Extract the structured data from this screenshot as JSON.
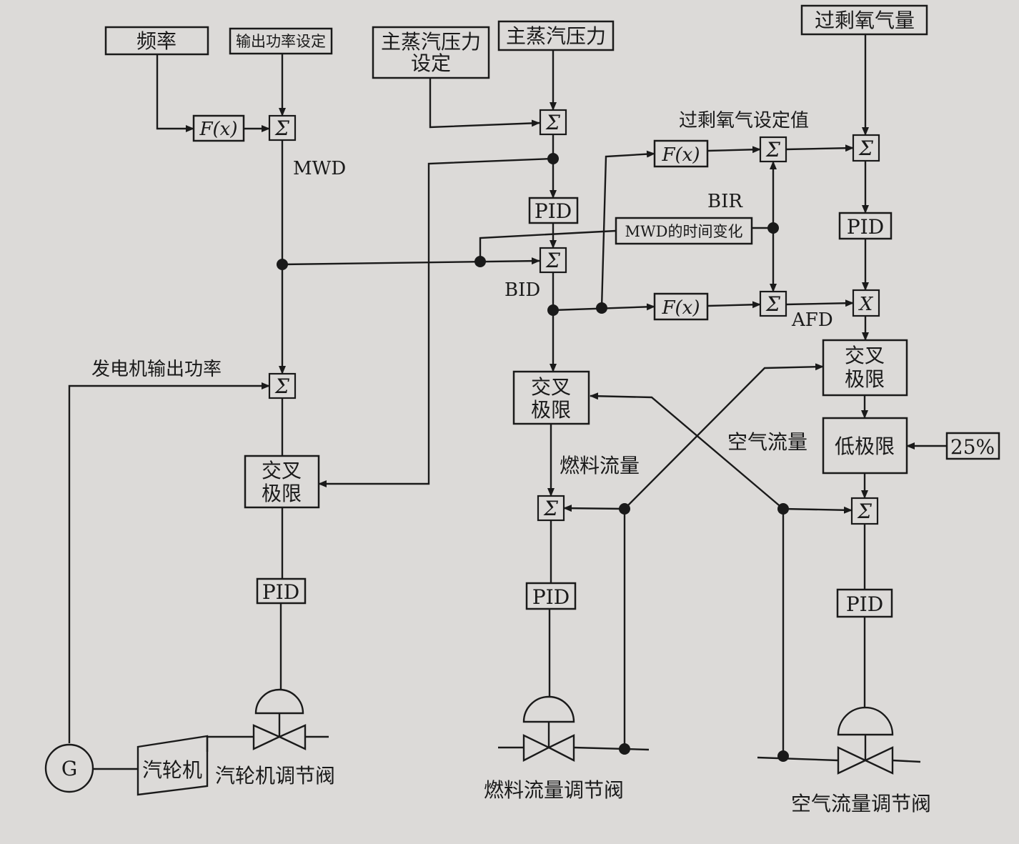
{
  "labels": {
    "frequency": "频率",
    "power_setpoint": "输出功率设定",
    "steam_pressure_setpoint_line1": "主蒸汽压力",
    "steam_pressure_setpoint_line2": "设定",
    "steam_pressure": "主蒸汽压力",
    "excess_oxygen": "过剩氧气量",
    "excess_oxygen_setpoint": "过剩氧气设定值",
    "mwd": "MWD",
    "bir": "BIR",
    "bid": "BID",
    "afd": "AFD",
    "mwd_rate": "MWD的时间变化",
    "generator_output": "发电机输出功率",
    "fuel_flow": "燃料流量",
    "air_flow": "空气流量",
    "cross_limit_line1": "交叉",
    "cross_limit_line2": "极限",
    "low_limit": "低极限",
    "low_limit_value": "25%",
    "pid": "PID",
    "sum": "Σ",
    "fx": "F(x)",
    "mult": "X",
    "generator": "G",
    "turbine": "汽轮机",
    "turbine_valve": "汽轮机调节阀",
    "fuel_valve": "燃料流量调节阀",
    "air_valve": "空气流量调节阀"
  }
}
